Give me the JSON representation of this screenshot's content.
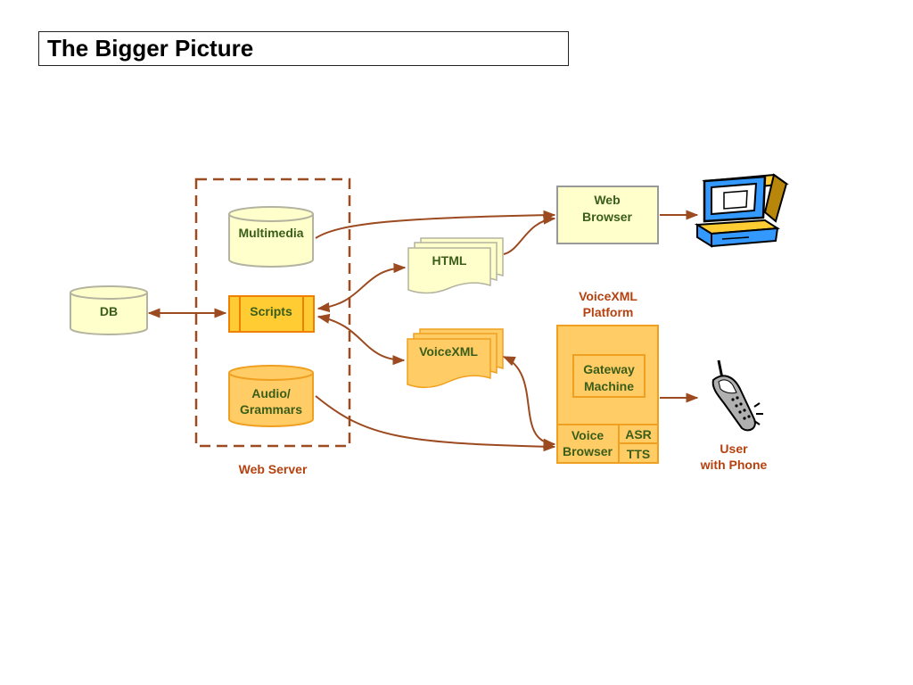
{
  "title": "The Bigger Picture",
  "colors": {
    "connector": "#9c4a1f",
    "label_green": "#3a5e1a",
    "label_red": "#b5410f",
    "pale_fill": "#ffffcc",
    "orange_fill": "#ffcc66",
    "orange_stroke": "#f0a020"
  },
  "web_server": {
    "label": "Web Server",
    "multimedia": "Multimedia",
    "scripts": "Scripts",
    "audio_line1": "Audio/",
    "audio_line2": "Grammars"
  },
  "db": "DB",
  "documents": {
    "html": "HTML",
    "voicexml": "VoiceXML"
  },
  "web_browser": {
    "line1": "Web",
    "line2": "Browser"
  },
  "platform": {
    "label_line1": "VoiceXML",
    "label_line2": "Platform",
    "gateway_line1": "Gateway",
    "gateway_line2": "Machine",
    "voice_browser_line1": "Voice",
    "voice_browser_line2": "Browser",
    "asr": "ASR",
    "tts": "TTS"
  },
  "user": {
    "line1": "User",
    "line2": "with Phone"
  },
  "icons": {
    "computer": "computer-icon",
    "phone": "cell-phone-icon"
  }
}
